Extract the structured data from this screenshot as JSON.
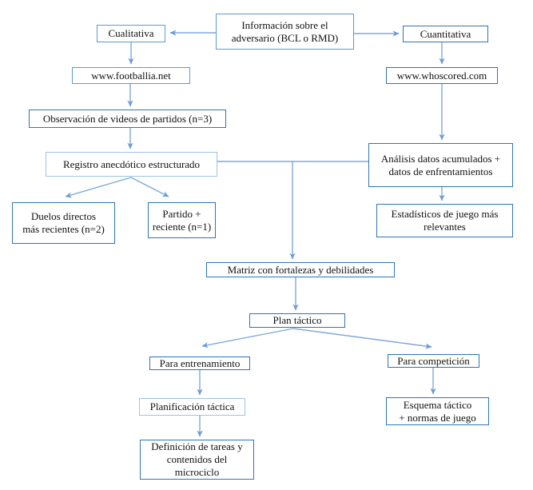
{
  "diagram": {
    "type": "flowchart",
    "language": "es",
    "colors": {
      "box_border_dark": "#2e75b6",
      "box_border_medium": "#5b9bd5",
      "box_border_light": "#9dc3e6",
      "connector_line": "#7fa8d9",
      "arrowhead": "#6b9bd2",
      "text": "#111111",
      "background": "#ffffff"
    },
    "nodes": {
      "info": {
        "label": "Información sobre el\nadversario (BCL o RMD)"
      },
      "cualitativa": {
        "label": "Cualitativa"
      },
      "cuantitativa": {
        "label": "Cuantitativa"
      },
      "footballia": {
        "label": "www.footballia.net"
      },
      "whoscored": {
        "label": "www.whoscored.com"
      },
      "observacion": {
        "label": "Observación de videos de partidos (n=3)"
      },
      "registro": {
        "label": "Registro anecdótico estructurado"
      },
      "analisis": {
        "label": "Análisis datos acumulados +\ndatos de enfrentamientos"
      },
      "duelos": {
        "label": "Duelos directos\nmás recientes (n=2)"
      },
      "partido": {
        "label": "Partido +\nreciente (n=1)"
      },
      "estadisticos": {
        "label": "Estadísticos de juego más\nrelevantes"
      },
      "matriz": {
        "label": "Matriz con fortalezas y debilidades"
      },
      "plan": {
        "label": "Plan táctico"
      },
      "entrenamiento": {
        "label": "Para entrenamiento"
      },
      "competicion": {
        "label": "Para competición"
      },
      "planificacion": {
        "label": "Planificación táctica"
      },
      "esquema": {
        "label": "Esquema táctico\n+ normas de juego"
      },
      "definicion": {
        "label": "Definición de tareas y\ncontenidos del\nmicrociclo"
      }
    },
    "edges": [
      "info -> cualitativa",
      "info -> cuantitativa",
      "cualitativa -> footballia",
      "cuantitativa -> whoscored",
      "footballia -> observacion",
      "whoscored -> analisis",
      "observacion -> registro",
      "registro -> duelos",
      "registro -> partido",
      "analisis -> estadisticos",
      "registro + analisis -> matriz",
      "matriz -> plan",
      "plan -> entrenamiento",
      "plan -> competicion",
      "entrenamiento -> planificacion",
      "planificacion -> definicion",
      "competicion -> esquema"
    ]
  }
}
